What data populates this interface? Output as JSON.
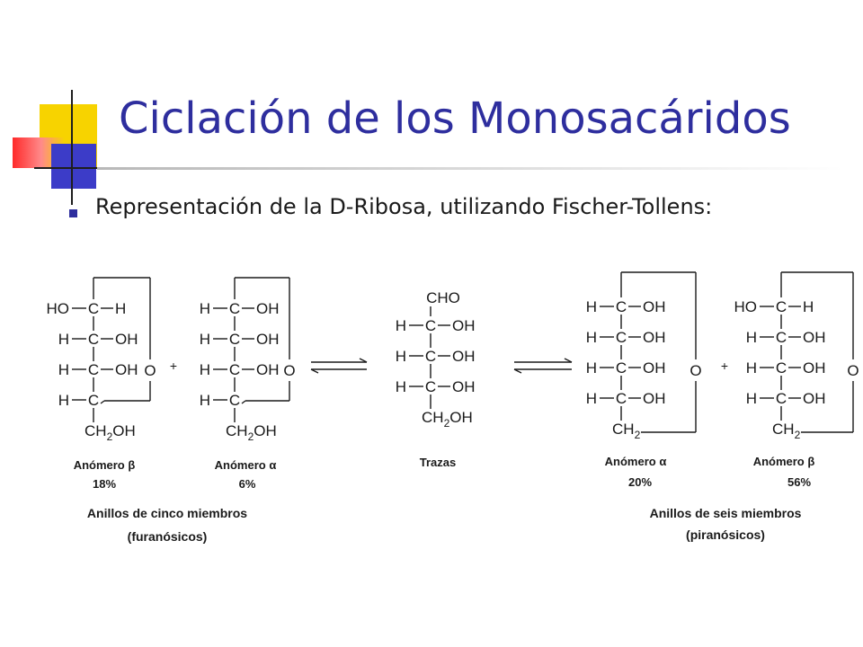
{
  "slide": {
    "title": "Ciclación de los Monosacáridos",
    "bullet": "Representación de la D-Ribosa, utilizando Fischer-Tollens:"
  },
  "diagram": {
    "structures": [
      {
        "id": "furanose-beta",
        "rows": [
          [
            "HO",
            "H"
          ],
          [
            "H",
            "OH"
          ],
          [
            "H",
            "OH"
          ],
          [
            "H",
            ""
          ]
        ],
        "bottom": [
          "CH",
          "2",
          "OH"
        ],
        "ring_oxygen": "O",
        "ring": true,
        "caption": "Anómero β",
        "percent": "18%"
      },
      {
        "id": "furanose-alpha",
        "rows": [
          [
            "H",
            "OH"
          ],
          [
            "H",
            "OH"
          ],
          [
            "H",
            "OH"
          ],
          [
            "H",
            ""
          ]
        ],
        "bottom": [
          "CH",
          "2",
          "OH"
        ],
        "ring_oxygen": "O",
        "ring": true,
        "caption": "Anómero α",
        "percent": "6%"
      },
      {
        "id": "open-chain",
        "top": "CHO",
        "rows": [
          [
            "H",
            "OH"
          ],
          [
            "H",
            "OH"
          ],
          [
            "H",
            "OH"
          ]
        ],
        "bottom": [
          "CH",
          "2",
          "OH"
        ],
        "ring": false,
        "caption": "Trazas",
        "percent": ""
      },
      {
        "id": "pyranose-alpha",
        "rows": [
          [
            "H",
            "OH"
          ],
          [
            "H",
            "OH"
          ],
          [
            "H",
            "OH"
          ],
          [
            "H",
            "OH"
          ]
        ],
        "bottom": [
          "CH",
          "2",
          ""
        ],
        "ring_oxygen": "O",
        "ring": true,
        "caption": "Anómero α",
        "percent": "20%"
      },
      {
        "id": "pyranose-beta",
        "rows": [
          [
            "HO",
            "H"
          ],
          [
            "H",
            "OH"
          ],
          [
            "H",
            "OH"
          ],
          [
            "H",
            "OH"
          ]
        ],
        "bottom": [
          "CH",
          "2",
          ""
        ],
        "ring_oxygen": "O",
        "ring": true,
        "caption": "Anómero β",
        "percent": "56%"
      }
    ],
    "carbon_symbol": "C",
    "plus_sign": "+",
    "group_labels": [
      {
        "id": "furanose",
        "line1": "Anillos de cinco miembros",
        "line2": "(furanósicos)"
      },
      {
        "id": "pyranose",
        "line1": "Anillos de seis miembros",
        "line2": "(piranósicos)"
      }
    ]
  }
}
